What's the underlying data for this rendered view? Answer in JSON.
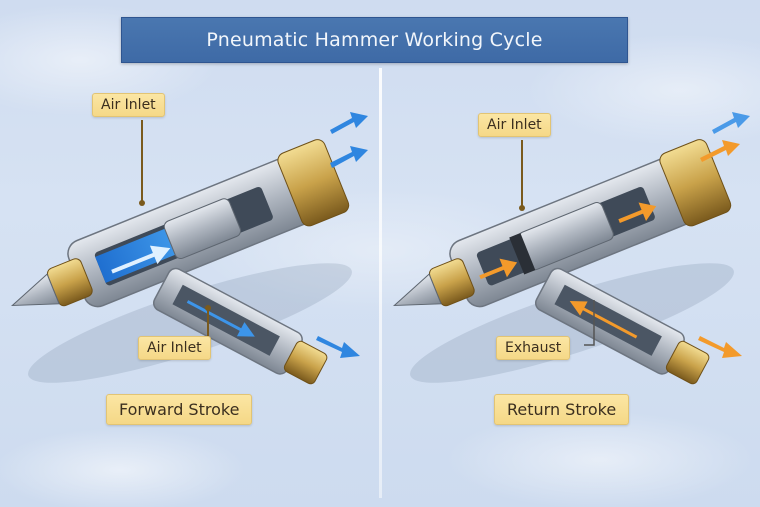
{
  "title": "Pneumatic Hammer Working Cycle",
  "colors": {
    "banner": "#3e6aa6",
    "banner_text": "#f2f6fb",
    "label_bg": "#f5d887",
    "label_text": "#3b2f1f",
    "forward_airflow": "#2f86e0",
    "return_airflow": "#f39a2b",
    "metal": "#b8bec6",
    "brass": "#c9a24a",
    "background": "#d2def1"
  },
  "panels": [
    {
      "id": "forward",
      "stage_label": "Forward Stroke",
      "callouts": [
        {
          "text": "Air Inlet",
          "position": "top"
        },
        {
          "text": "Air Inlet",
          "position": "bottom"
        }
      ],
      "airflow_color": "blue"
    },
    {
      "id": "return",
      "stage_label": "Return Stroke",
      "callouts": [
        {
          "text": "Air Inlet",
          "position": "top"
        },
        {
          "text": "Exhaust",
          "position": "bottom"
        }
      ],
      "airflow_color": "orange"
    }
  ]
}
